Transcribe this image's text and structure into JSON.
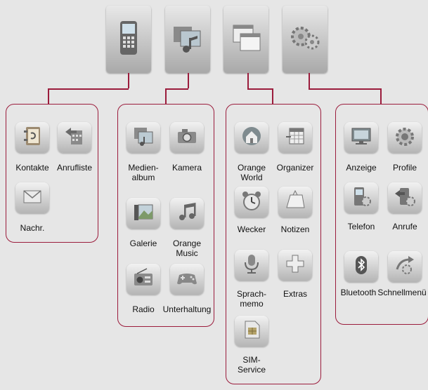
{
  "categories": [
    {
      "icon": "phone-contacts-icon"
    },
    {
      "icon": "media-icon"
    },
    {
      "icon": "organizer-windows-icon"
    },
    {
      "icon": "settings-gears-icon"
    }
  ],
  "groups": [
    {
      "items": [
        {
          "label": "Kontakte",
          "icon": "address-book-icon"
        },
        {
          "label": "Anrufliste",
          "icon": "call-log-icon"
        },
        {
          "label": "Nachr.",
          "icon": "envelope-icon"
        }
      ]
    },
    {
      "items": [
        {
          "label": "Medien-\nalbum",
          "icon": "media-album-icon"
        },
        {
          "label": "Kamera",
          "icon": "camera-icon"
        },
        {
          "label": "Galerie",
          "icon": "gallery-icon"
        },
        {
          "label": "Orange\nMusic",
          "icon": "music-icon"
        },
        {
          "label": "Radio",
          "icon": "radio-icon"
        },
        {
          "label": "Unterhaltung",
          "icon": "gamepad-icon"
        }
      ]
    },
    {
      "items": [
        {
          "label": "Orange\nWorld",
          "icon": "home-icon"
        },
        {
          "label": "Organizer",
          "icon": "calendar-icon"
        },
        {
          "label": "Wecker",
          "icon": "alarm-clock-icon"
        },
        {
          "label": "Notizen",
          "icon": "notepad-icon"
        },
        {
          "label": "Sprach-\nmemo",
          "icon": "microphone-icon"
        },
        {
          "label": "Extras",
          "icon": "plus-icon"
        },
        {
          "label": "SIM-\nService",
          "icon": "sim-card-icon"
        }
      ]
    },
    {
      "items": [
        {
          "label": "Anzeige",
          "icon": "monitor-icon"
        },
        {
          "label": "Profile",
          "icon": "profile-gear-icon"
        },
        {
          "label": "Telefon",
          "icon": "phone-settings-icon"
        },
        {
          "label": "Anrufe",
          "icon": "call-settings-icon"
        },
        {
          "label": "Bluetooth",
          "icon": "bluetooth-icon"
        },
        {
          "label": "Schnellmenü",
          "icon": "quick-menu-icon"
        }
      ]
    }
  ]
}
